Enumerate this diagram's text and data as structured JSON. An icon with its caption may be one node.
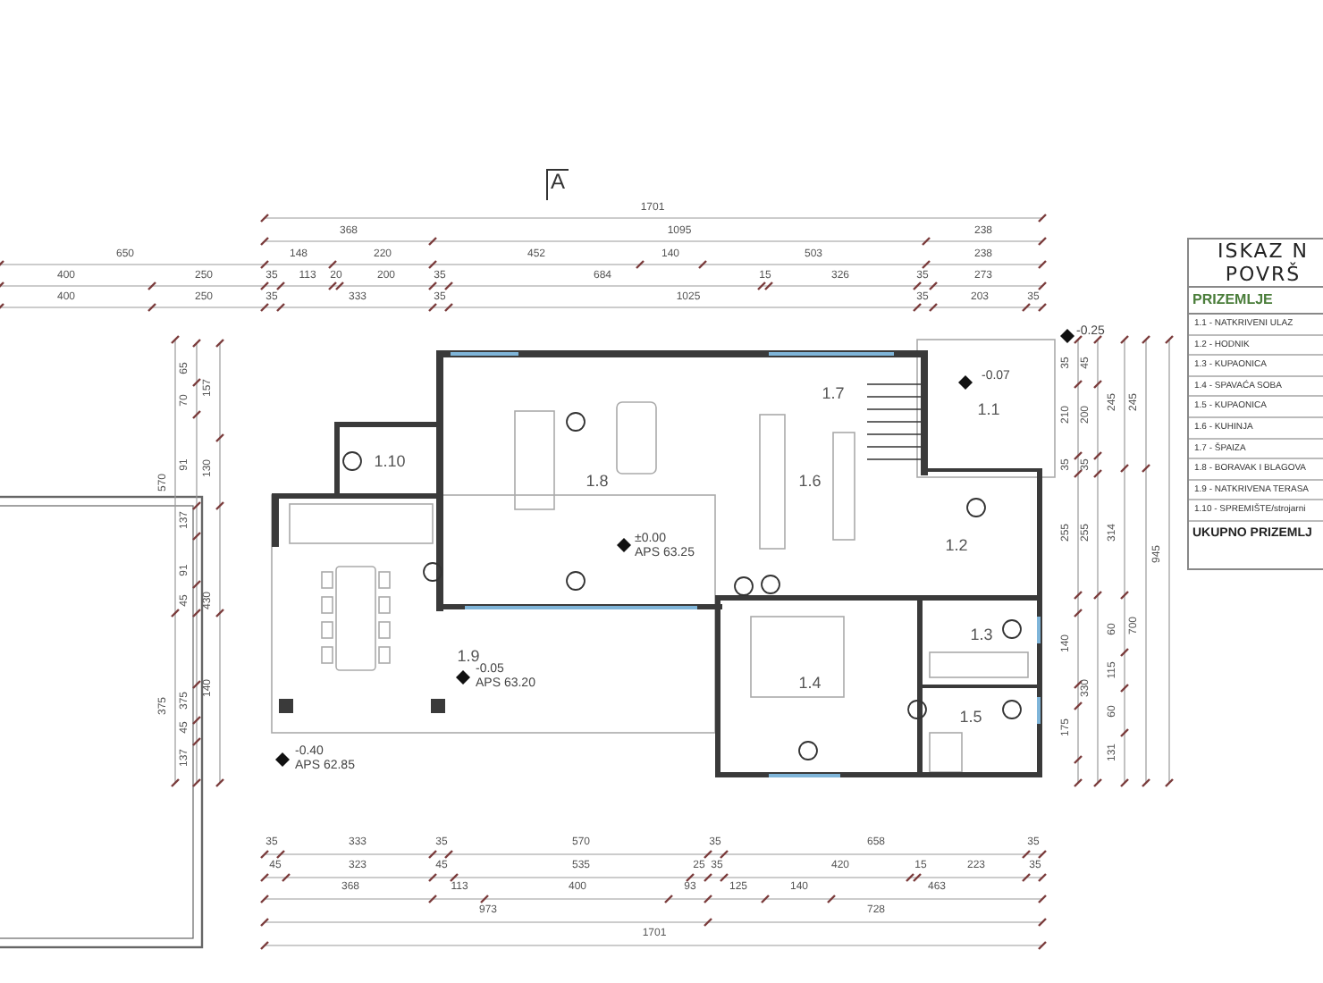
{
  "diagram": {
    "nodes": [
      {
        "text": [
          "1.1"
        ]
      },
      {
        "text": [
          "1.2"
        ]
      },
      {
        "text": [
          "1.3"
        ]
      },
      {
        "text": [
          "1.4"
        ]
      },
      {
        "text": [
          "1.5"
        ]
      },
      {
        "text": [
          "1.6"
        ]
      },
      {
        "text": [
          "1.7"
        ]
      },
      {
        "text": [
          "1.8"
        ]
      },
      {
        "text": [
          "1.9"
        ]
      },
      {
        "text": [
          "1.10"
        ]
      }
    ],
    "edges": [],
    "labels": [
      "A",
      "1701",
      "368",
      "1095",
      "238",
      "650",
      "148",
      "220",
      "452",
      "140",
      "503",
      "238",
      "400",
      "250",
      "35",
      "113",
      "20",
      "200",
      "35",
      "684",
      "15",
      "326",
      "35",
      "273",
      "400",
      "250",
      "35",
      "333",
      "35",
      "1025",
      "35",
      "203",
      "35",
      "35",
      "333",
      "35",
      "570",
      "35",
      "658",
      "35",
      "45",
      "323",
      "45",
      "535",
      "25",
      "35",
      "420",
      "15",
      "223",
      "35",
      "368",
      "113",
      "400",
      "93",
      "125",
      "140",
      "463",
      "973",
      "728",
      "1701",
      "570",
      "375",
      "65",
      "70",
      "91",
      "137",
      "91",
      "45",
      "375",
      "45",
      "137",
      "157",
      "130",
      "430",
      "140",
      "35",
      "210",
      "35",
      "255",
      "140",
      "175",
      "45",
      "200",
      "35",
      "255",
      "330",
      "245",
      "314",
      "60",
      "115",
      "60",
      "131",
      "245",
      "700",
      "945",
      "±0.00",
      "APS 63.25",
      "-0.05",
      "APS 63.20",
      "-0.40",
      "APS 62.85",
      "-0.25",
      "-0.07",
      "ISKAZ N",
      "POVRŠ",
      "PRIZEMLJE",
      "1.1 - NATKRIVENI ULAZ",
      "1.2 - HODNIK",
      "1.3 - KUPAONICA",
      "1.4 - SPAVAĆA SOBA",
      "1.5 - KUPAONICA",
      "1.6 - KUHINJA",
      "1.7 - ŠPAIZA",
      "1.8 - BORAVAK I BLAGOVA",
      "1.9 - NATKRIVENA TERASA",
      "1.10 - SPREMIŠTE/strojarni",
      "UKUPNO PRIZEMLJ"
    ]
  }
}
